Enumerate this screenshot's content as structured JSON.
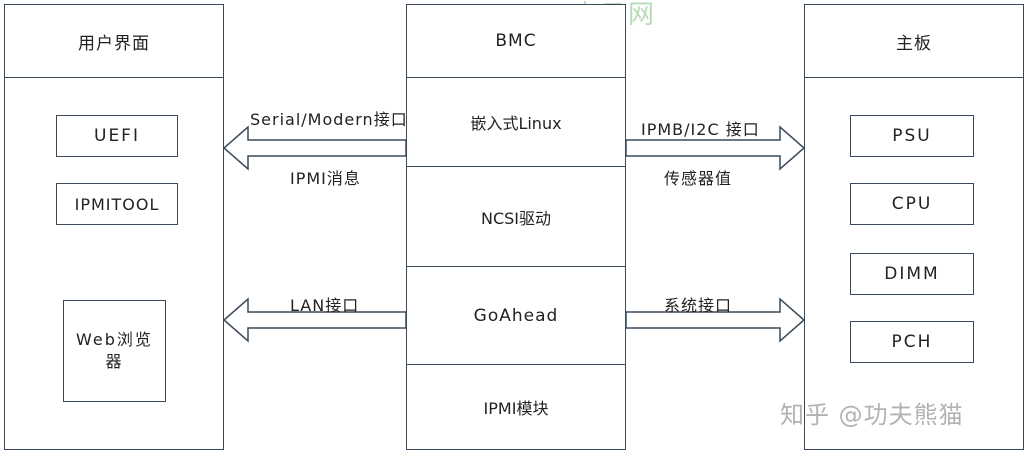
{
  "watermark_top": "吉云网",
  "watermark_bottom": "知乎 @功夫熊猫",
  "left_panel": {
    "title": "用户界面",
    "items": [
      "UEFI",
      "IPMITOOL",
      "Web浏览\n器"
    ]
  },
  "center_panel": {
    "title": "BMC",
    "sections": [
      "嵌入式Linux",
      "NCSI驱动",
      "GoAhead",
      "IPMI模块"
    ]
  },
  "right_panel": {
    "title": "主板",
    "items": [
      "PSU",
      "CPU",
      "DIMM",
      "PCH"
    ]
  },
  "arrows": {
    "left_top_upper": "Serial/Modern接口",
    "left_top_lower": "IPMI消息",
    "left_bottom_upper": "LAN接口",
    "right_top_upper": "IPMB/I2C 接口",
    "right_top_lower": "传感器值",
    "right_bottom_upper": "系统接口"
  },
  "colors": {
    "stroke": "#3a4a5a"
  }
}
